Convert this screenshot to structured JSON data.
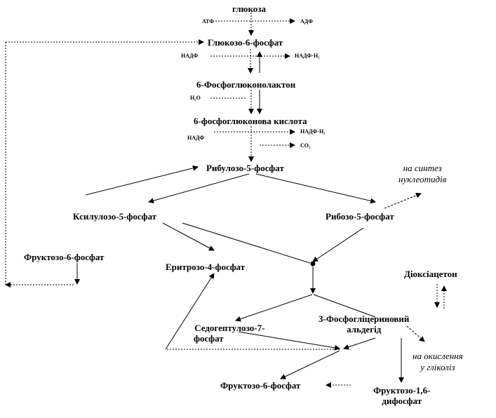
{
  "nodes": {
    "glucose": "глюкоза",
    "glucose_6_phosphate": "Глюкозо-6-фосфат",
    "phosphogluconolactone": "6-Фосфоглюконолактон",
    "phosphogluconic_acid": "6-фосфоглюконова кислота",
    "ribulose_5_phosphate": "Рибулозо-5-фосфат",
    "xylulose_5_phosphate": "Ксилулозо-5-фосфат",
    "ribose_5_phosphate": "Рибозо-5-фосфат",
    "fructose_6_phosphate_left": "Фруктозо-6-фосфат",
    "erythrose_4_phosphate": "Еритрозо-4-фосфат",
    "dihydroxyacetone": "Діоксіацетон",
    "sedoheptulose_7_phosphate": [
      "Седогептулозо-7-",
      "фосфат"
    ],
    "glyceraldehyde_3_phosphate": [
      "3-Фосфогліцериновий",
      "альдегід"
    ],
    "fructose_6_phosphate_bottom": "Фруктозо-6-фосфат",
    "fructose_1_6_bisphosphate": [
      "Фруктозо-1,6-",
      "дифосфат"
    ]
  },
  "cofactors": {
    "atp": "АТФ",
    "adp": "АДФ",
    "nadp_1": "НАДФ",
    "nadph_1": "НАДФ·Н₂",
    "water": "Н₂О",
    "nadp_2": "НАДФ",
    "nadph_2": "НАДФ·Н₂",
    "co2": "СО₂"
  },
  "annotations": {
    "nucleotide_synthesis": [
      "на синтез",
      "нуклеотидів"
    ],
    "oxidation_glycolysis": [
      "на окислення",
      "у гліколіз"
    ]
  }
}
